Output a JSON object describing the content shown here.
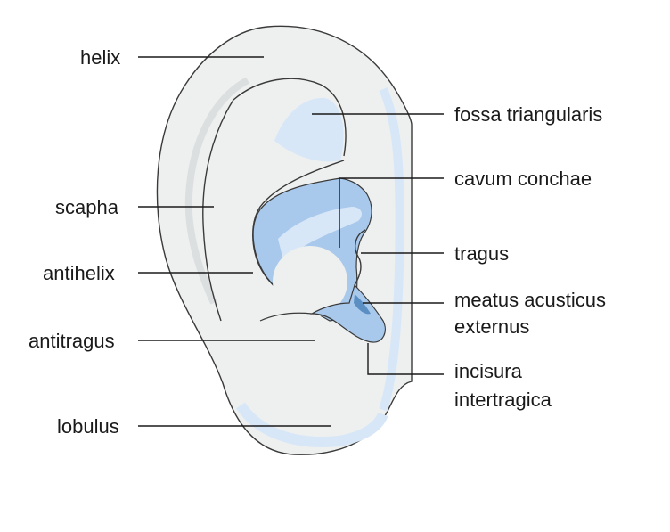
{
  "labels": {
    "helix": "helix",
    "scapha": "scapha",
    "antihelix": "antihelix",
    "antitragus": "antitragus",
    "lobulus": "lobulus",
    "fossa_triangularis": "fossa triangularis",
    "cavum_conchae": "cavum conchae",
    "tragus": "tragus",
    "meatus_line1": "meatus acusticus",
    "meatus_line2": "externus",
    "incisura_line1": "incisura",
    "incisura_line2": "intertragica"
  },
  "colors": {
    "skin": "#eef0ef",
    "skin_shadow": "#dcdfe0",
    "light_blue": "#d7e7f8",
    "mid_blue": "#a9c9ec",
    "dark_blue": "#5b8fc4",
    "outline": "#3a3a3a"
  }
}
